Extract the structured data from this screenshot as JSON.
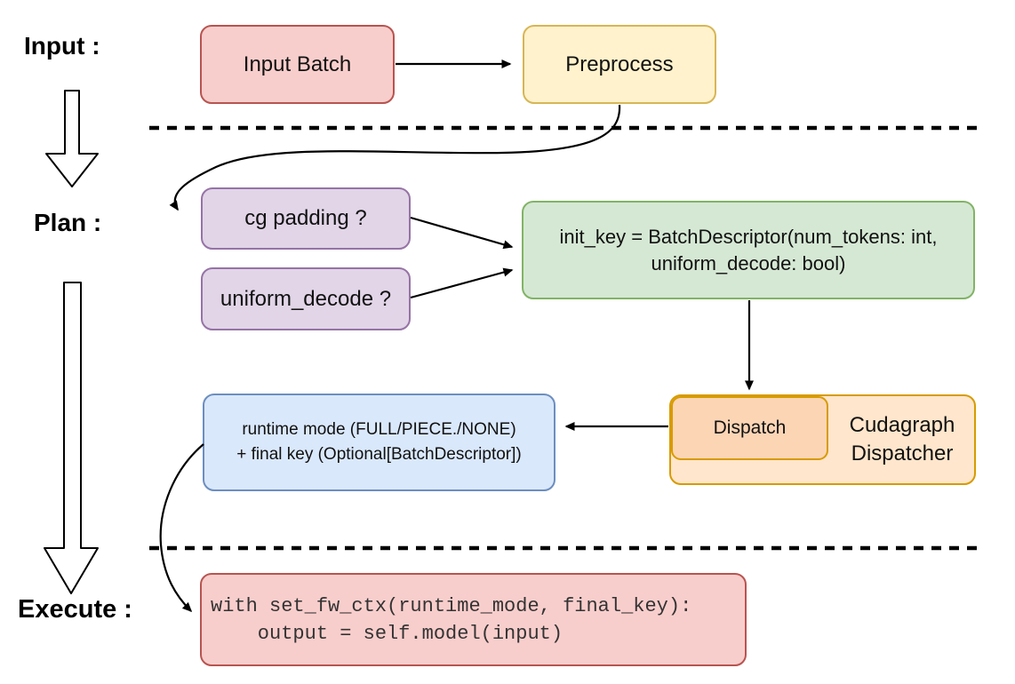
{
  "stages": {
    "input": "Input :",
    "plan": "Plan :",
    "execute": "Execute :"
  },
  "nodes": {
    "input_batch": {
      "label": "Input Batch"
    },
    "preprocess": {
      "label": "Preprocess"
    },
    "cg_padding": {
      "label": "cg padding ?"
    },
    "uniform_decode": {
      "label": "uniform_decode ?"
    },
    "init_key": {
      "line1": "init_key = BatchDescriptor(num_tokens: int,",
      "line2": "uniform_decode: bool)"
    },
    "dispatch": {
      "label": "Dispatch"
    },
    "cudagraph_dispatcher": {
      "label": "Cudagraph Dispatcher"
    },
    "runtime_mode": {
      "line1": "runtime mode (FULL/PIECE./NONE)",
      "line2": "+ final key (Optional[BatchDescriptor])"
    },
    "execute_code": {
      "line1": "with set_fw_ctx(runtime_mode, final_key):",
      "line2": "    output = self.model(input)"
    }
  },
  "palette": {
    "red_fill": "#F8CECC",
    "red_stroke": "#B85450",
    "yellow_fill": "#FFF2CC",
    "yellow_stroke": "#D6B656",
    "purple_fill": "#E1D5E7",
    "purple_stroke": "#9673A6",
    "green_fill": "#D5E8D4",
    "green_stroke": "#82B366",
    "orange_fill": "#FFE6CC",
    "orange_inner_fill": "#FCD5B5",
    "orange_stroke": "#D79B00",
    "blue_fill": "#DAE8FC",
    "blue_stroke": "#6C8EBF",
    "line_color": "#000000"
  }
}
